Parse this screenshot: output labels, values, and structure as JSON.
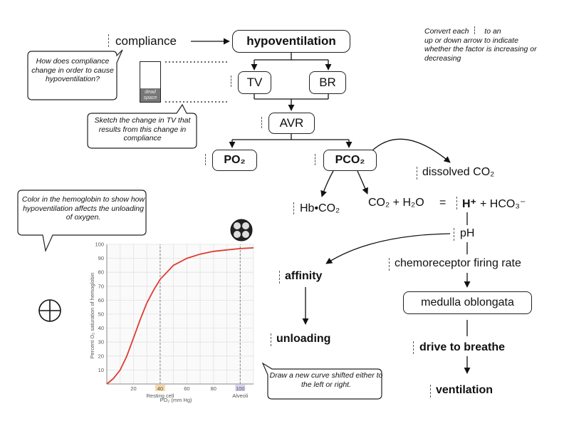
{
  "nodes": {
    "compliance": "compliance",
    "hypoventilation": "hypoventilation",
    "tv": "TV",
    "br": "BR",
    "avr": "AVR",
    "po2": "PO₂",
    "pco2": "PCO₂",
    "dissolved_co2": "dissolved CO₂",
    "hb_co2": "Hb•CO₂",
    "equation_left": "CO₂ + H₂O",
    "equation_eq": "=",
    "h_plus": "H⁺",
    "equation_right": "+ HCO₃⁻",
    "ph": "pH",
    "chemoreceptor": "chemoreceptor firing rate",
    "affinity": "affinity",
    "unloading": "unloading",
    "medulla": "medulla oblongata",
    "drive": "drive to breathe",
    "ventilation": "ventilation"
  },
  "notes": {
    "convert_part1": "Convert each",
    "convert_part2": "to an",
    "convert_rest": "up or down arrow to indicate whether the factor is increasing or decreasing",
    "compliance_question": "How does compliance change in order to cause hypoventilation?",
    "sketch_tv": "Sketch the change in TV that results from this change in compliance",
    "color_hemoglobin": "Color in the hemoglobin to show how hypoventilation affects the unloading of oxygen.",
    "draw_curve": "Draw a new curve shifted either to the left or right.",
    "dead_space": "dead space"
  },
  "chart_data": {
    "type": "line",
    "title": "",
    "xlabel": "PO₂ (mm Hg)",
    "ylabel": "Percent O₂ saturation of hemoglobin",
    "xlim": [
      0,
      110
    ],
    "ylim": [
      0,
      100
    ],
    "x_ticks": [
      20,
      40,
      60,
      80,
      100
    ],
    "y_ticks": [
      10,
      20,
      30,
      40,
      50,
      60,
      70,
      80,
      90,
      100
    ],
    "grid": true,
    "marker_lines": [
      {
        "x": 40,
        "label": "Resting cell",
        "highlight": "#f5d9a8"
      },
      {
        "x": 100,
        "label": "Alveoli",
        "highlight": "#d7d4ec"
      }
    ],
    "series": [
      {
        "color": "#e03c31",
        "x": [
          0,
          5,
          10,
          15,
          20,
          25,
          30,
          35,
          40,
          45,
          50,
          60,
          70,
          80,
          90,
          100,
          110
        ],
        "y": [
          0,
          4,
          10,
          20,
          33,
          46,
          58,
          67,
          75,
          80,
          85,
          90,
          93,
          95,
          96,
          97,
          97.5
        ]
      }
    ]
  },
  "colors": {
    "curve": "#e03c31",
    "resting_highlight": "#f5d9a8",
    "alveoli_highlight": "#d7d4ec"
  }
}
